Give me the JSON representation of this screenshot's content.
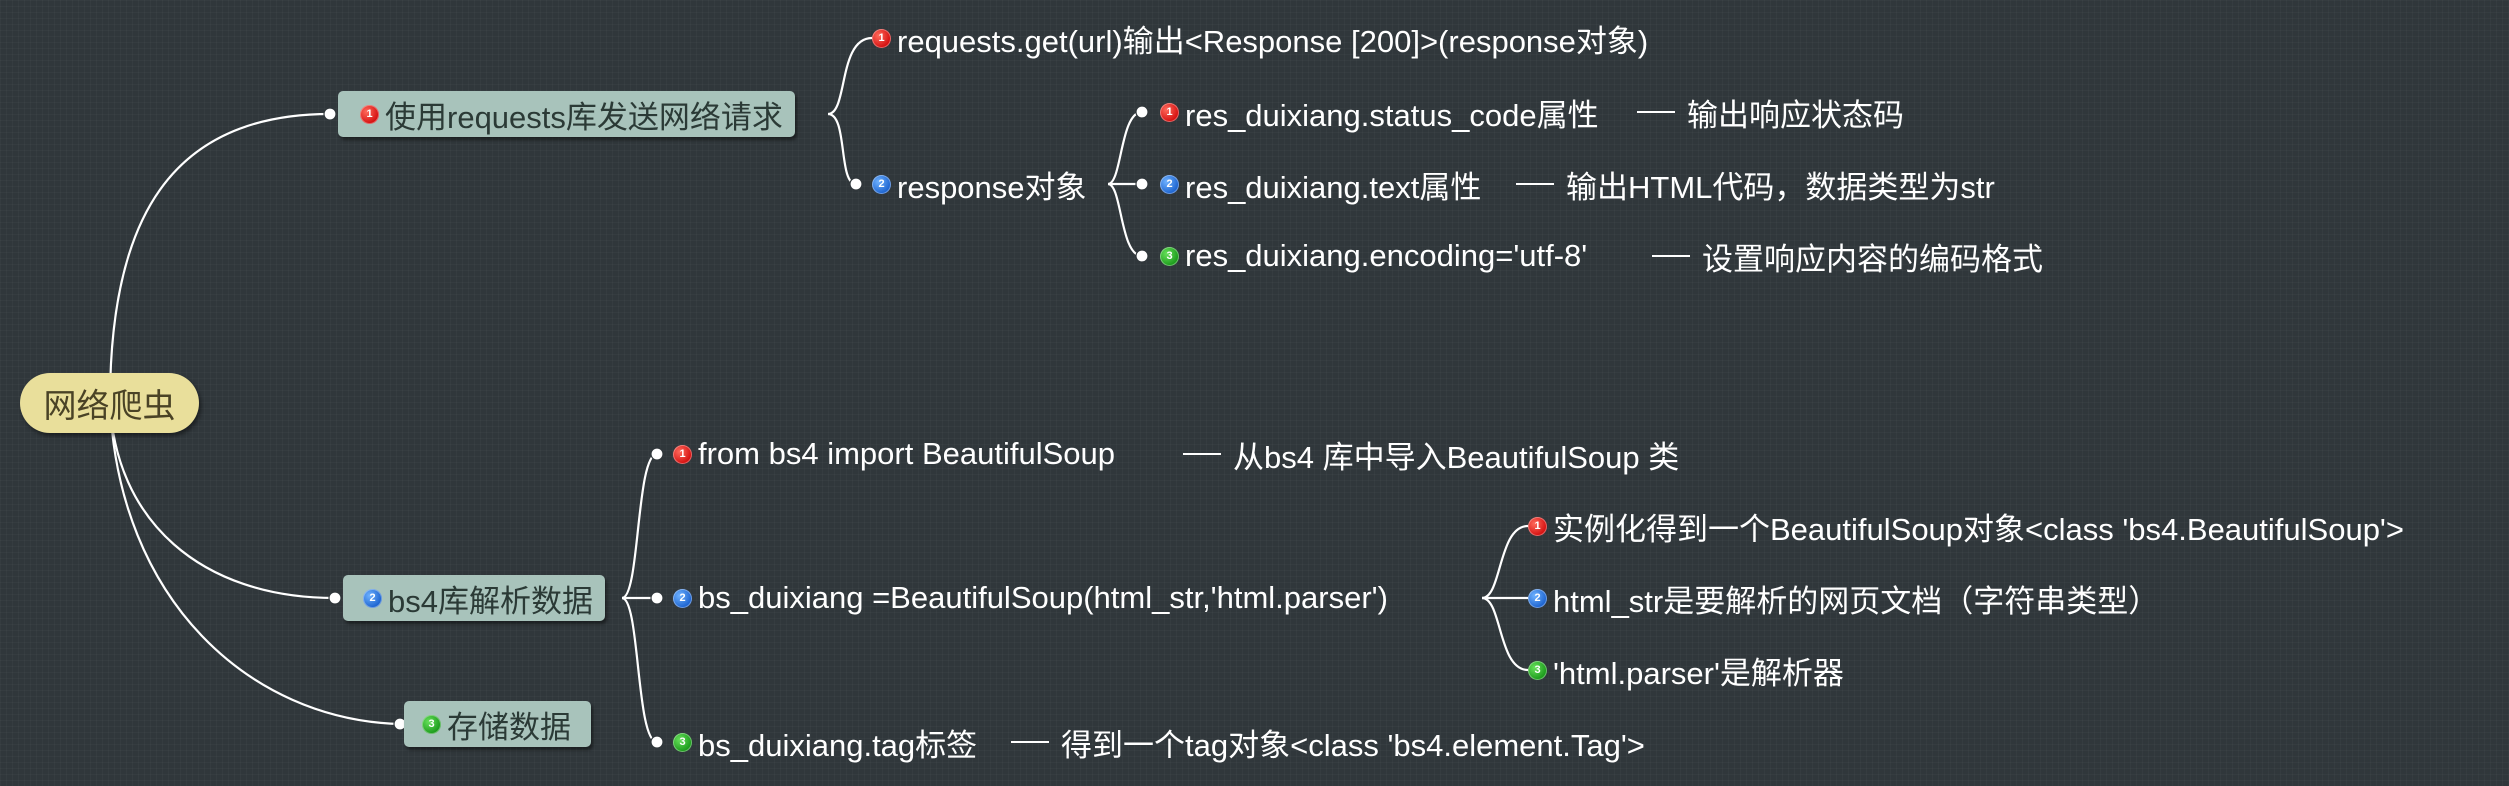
{
  "root": {
    "label": "网络爬虫"
  },
  "branches": [
    {
      "label": "使用requests库发送网络请求",
      "badge": "1",
      "children": [
        {
          "label": "requests.get(url)输出<Response [200]>(response对象)",
          "badge": "1"
        },
        {
          "label": "response对象",
          "badge": "2",
          "children": [
            {
              "label": "res_duixiang.status_code属性",
              "badge": "1",
              "note": "输出响应状态码"
            },
            {
              "label": "res_duixiang.text属性",
              "badge": "2",
              "note": "输出HTML代码，数据类型为str"
            },
            {
              "label": "res_duixiang.encoding='utf-8'",
              "badge": "3",
              "note": "设置响应内容的编码格式"
            }
          ]
        }
      ]
    },
    {
      "label": "bs4库解析数据",
      "badge": "2",
      "children": [
        {
          "label": "from bs4 import BeautifulSoup",
          "badge": "1",
          "note": "从bs4 库中导入BeautifulSoup 类"
        },
        {
          "label": "bs_duixiang =BeautifulSoup(html_str,'html.parser')",
          "badge": "2",
          "children": [
            {
              "label": "实例化得到一个BeautifulSoup对象<class 'bs4.BeautifulSoup'>",
              "badge": "1"
            },
            {
              "label": "html_str是要解析的网页文档（字符串类型）",
              "badge": "2"
            },
            {
              "label": "'html.parser'是解析器",
              "badge": "3"
            }
          ]
        },
        {
          "label": "bs_duixiang.tag标签",
          "badge": "3",
          "note": "得到一个tag对象<class 'bs4.element.Tag'>"
        }
      ]
    },
    {
      "label": "存储数据",
      "badge": "3"
    }
  ],
  "colors": {
    "background": "#30373b",
    "root_fill": "#e9df9b",
    "branch_fill": "#a8c3bb",
    "line": "#ffffff",
    "badge_1": "#d40f0f",
    "badge_2": "#1c63cf",
    "badge_3": "#1b9a1b"
  }
}
